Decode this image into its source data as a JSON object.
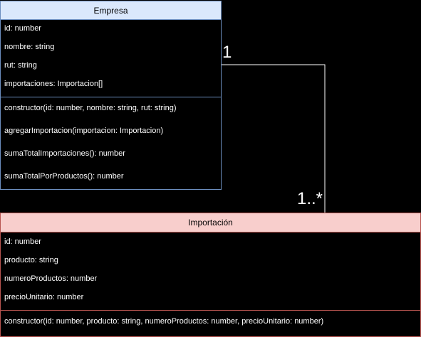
{
  "colors": {
    "background": "#000000",
    "empresa_header_fill": "#dae8fc",
    "empresa_border": "#6c8ebf",
    "importacion_header_fill": "#f8cecc",
    "importacion_border": "#b85450",
    "connector": "#ffffff"
  },
  "empresa": {
    "name": "Empresa",
    "attributes": [
      "id: number",
      "nombre: string",
      "rut: string",
      "importaciones: Importacion[]"
    ],
    "methods": [
      "constructor(id: number, nombre: string, rut: string)",
      "agregarImportacion(importacion: Importacion)",
      "sumaTotalImportaciones(): number",
      "sumaTotalPorProductos(): number"
    ]
  },
  "importacion": {
    "name": "Importación",
    "attributes": [
      "id: number",
      "producto: string",
      "numeroProductos: number",
      "precioUnitario: number"
    ],
    "methods": [
      "constructor(id: number, producto: string, numeroProductos: number, precioUnitario: number)"
    ]
  },
  "association": {
    "source_multiplicity": "1",
    "target_multiplicity": "1..*"
  }
}
